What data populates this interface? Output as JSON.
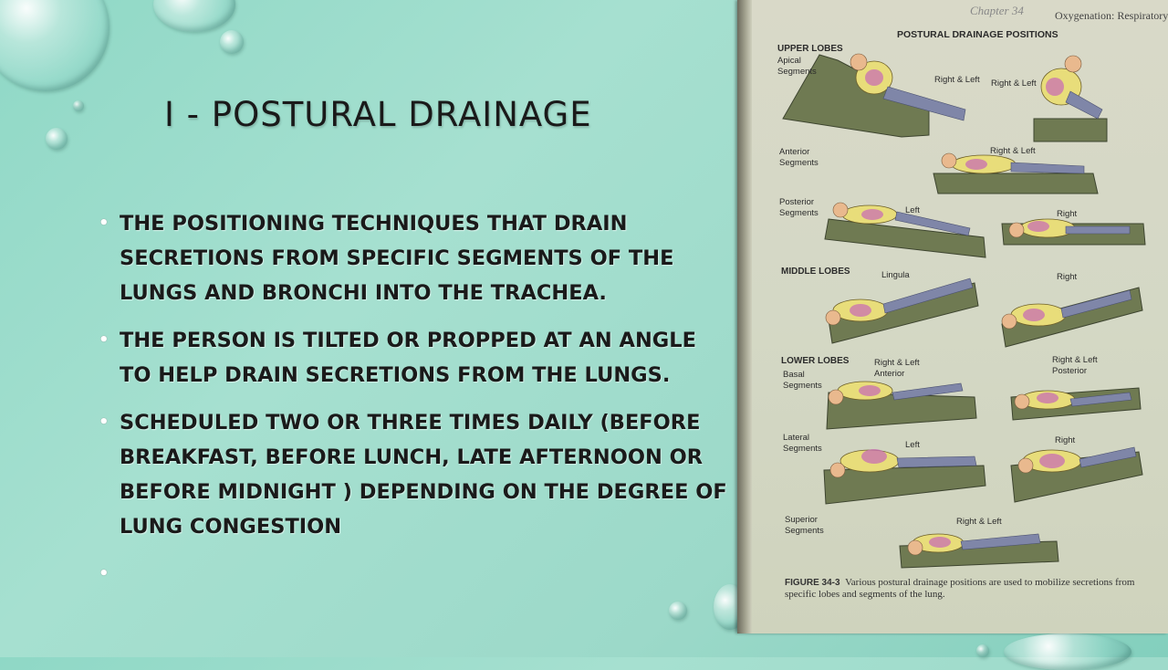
{
  "slide": {
    "title": "I - POSTURAL DRAINAGE",
    "bullets": [
      "THE POSITIONING TECHNIQUES THAT DRAIN SECRETIONS FROM SPECIFIC SEGMENTS OF THE LUNGS AND BRONCHI INTO THE TRACHEA.",
      "THE PERSON IS TILTED OR PROPPED AT AN ANGLE TO HELP DRAIN SECRETIONS FROM THE LUNGS.",
      "SCHEDULED TWO OR THREE TIMES DAILY (BEFORE BREAKFAST, BEFORE LUNCH, LATE AFTERNOON OR BEFORE MIDNIGHT )  DEPENDING ON THE DEGREE OF LUNG CONGESTION",
      ""
    ],
    "bullet_symbol": "•"
  },
  "book_page": {
    "chapter": "Chapter 34",
    "running_head": "Oxygenation: Respiratory Fun",
    "heading": "POSTURAL DRAINAGE POSITIONS",
    "sections": {
      "upper": "UPPER LOBES",
      "middle": "MIDDLE LOBES",
      "lower": "LOWER LOBES"
    },
    "segments": {
      "apical": "Apical Segments",
      "anterior": "Anterior Segments",
      "posterior": "Posterior Segments",
      "basal": "Basal Segments",
      "lateral": "Lateral Segments",
      "superior": "Superior Segments"
    },
    "labels": {
      "apical_a": "Right & Left",
      "apical_b": "Right & Left",
      "anterior": "Right & Left",
      "posterior_left": "Left",
      "posterior_right": "Right",
      "lingula": "Lingula",
      "middle_right": "Right",
      "basal_anterior": "Right & Left Anterior",
      "basal_posterior": "Right & Left Posterior",
      "lateral_left": "Left",
      "lateral_right": "Right",
      "superior": "Right & Left"
    },
    "figure_label": "FIGURE 34-3",
    "figure_caption": "Various postural drainage positions are used to mobilize secretions from specific lobes and segments of the lung."
  }
}
